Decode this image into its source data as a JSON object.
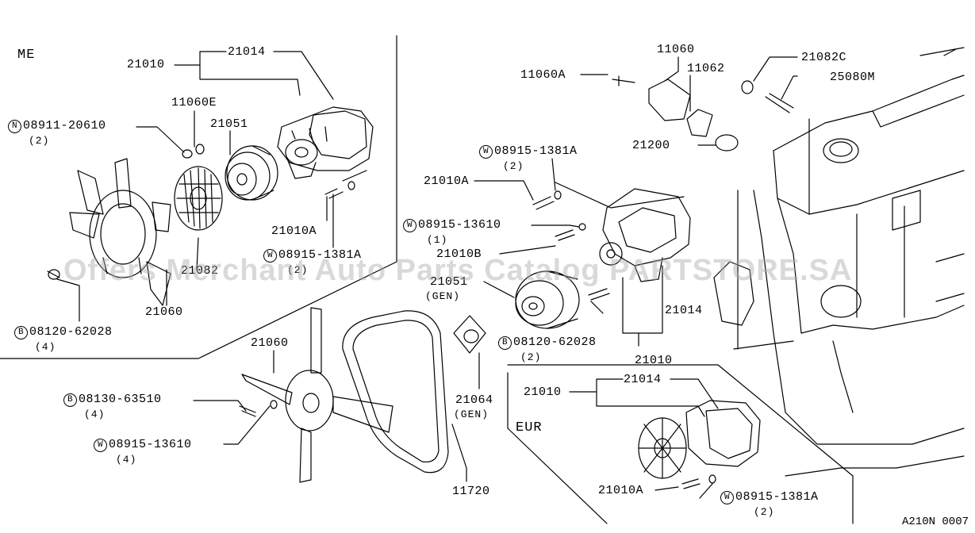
{
  "regions": {
    "me": "ME",
    "eur": "EUR"
  },
  "watermark": "Offers Merchant Auto Parts Catalog PARTSTORE.SA",
  "figure_code": "A210N 0007",
  "labels": {
    "me_21010": "21010",
    "me_21014": "21014",
    "me_11060e": "11060E",
    "me_08911": "08911-20610",
    "me_08911_qty": "(2)",
    "me_21051": "21051",
    "me_21010a": "21010A",
    "me_08915": "08915-1381A",
    "me_08915_qty": "(2)",
    "me_21082": "21082",
    "me_21060": "21060",
    "me_08120": "08120-62028",
    "me_08120_qty": "(4)",
    "c_21060": "21060",
    "c_08130": "08130-63510",
    "c_08130_qty": "(4)",
    "c_08915": "08915-13610",
    "c_08915_qty": "(4)",
    "c_11720": "11720",
    "c_21064": "21064",
    "c_21064_sub": "(GEN)",
    "r_11060a": "11060A",
    "r_11060": "11060",
    "r_11062": "11062",
    "r_21082c": "21082C",
    "r_25080m": "25080M",
    "r_21200": "21200",
    "r_08915a": "08915-1381A",
    "r_08915a_qty": "(2)",
    "r_21010a": "21010A",
    "r_08915b": "08915-13610",
    "r_08915b_qty": "(1)",
    "r_21010b": "21010B",
    "r_21051": "21051",
    "r_21051_sub": "(GEN)",
    "r_21014": "21014",
    "r_08120": "08120-62028",
    "r_08120_qty": "(2)",
    "r_21010": "21010",
    "e_21010": "21010",
    "e_21014": "21014",
    "e_21010a": "21010A",
    "e_08915": "08915-1381A",
    "e_08915_qty": "(2)"
  },
  "symbols": {
    "n": "N",
    "w": "W",
    "b": "B"
  },
  "colors": {
    "ink": "#000000",
    "paper": "#ffffff",
    "watermark": "#aaaaaa"
  }
}
